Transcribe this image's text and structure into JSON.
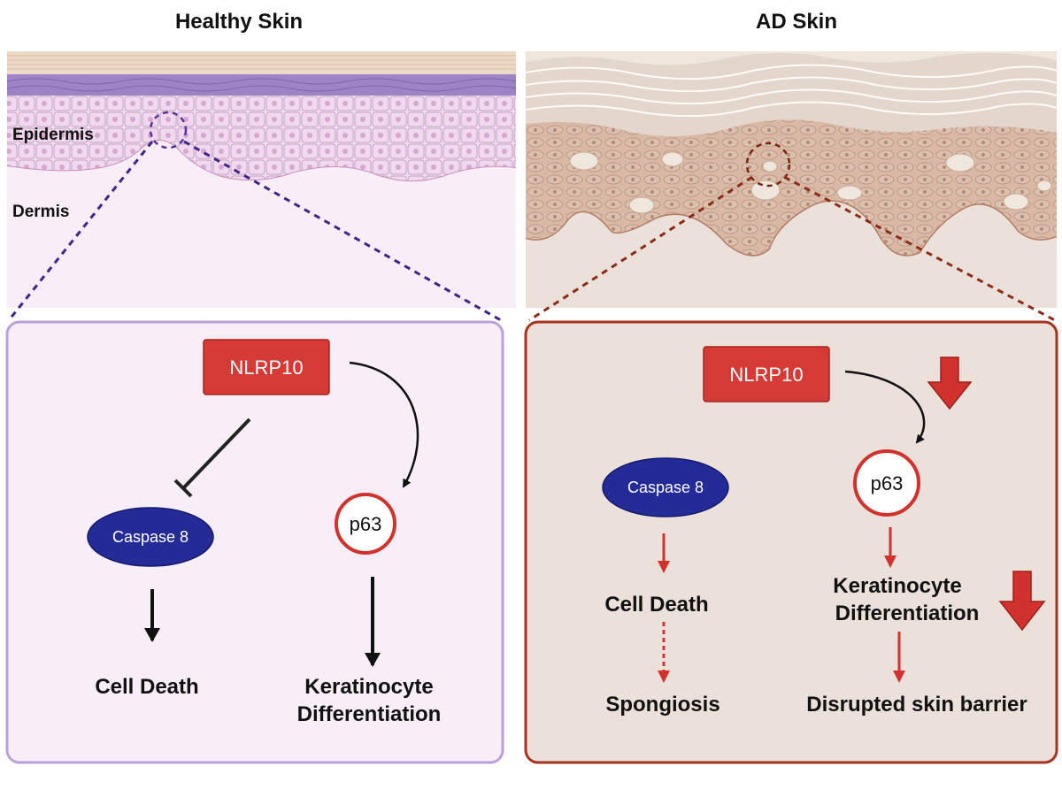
{
  "titles": {
    "healthy": "Healthy Skin",
    "ad": "AD Skin"
  },
  "layer_labels": {
    "epidermis": "Epidermis",
    "dermis": "Dermis"
  },
  "healthy_panel": {
    "nlrp10": "NLRP10",
    "caspase8": "Caspase 8",
    "p63": "p63",
    "cell_death": "Cell Death",
    "kd_line1": "Keratinocyte",
    "kd_line2": "Differentiation"
  },
  "ad_panel": {
    "nlrp10": "NLRP10",
    "caspase8": "Caspase 8",
    "p63": "p63",
    "cell_death": "Cell Death",
    "spongiosis": "Spongiosis",
    "kd_line1": "Keratinocyte",
    "kd_line2": "Differentiation",
    "barrier": "Disrupted skin barrier"
  },
  "colors": {
    "healthy_border": "#b9a2d6",
    "healthy_fill": "#f8eef8",
    "ad_border": "#a8321f",
    "ad_fill": "#ece1da",
    "node_red": "#d63a34",
    "oval_blue": "#252b96",
    "arrow_red": "#d2322d"
  }
}
